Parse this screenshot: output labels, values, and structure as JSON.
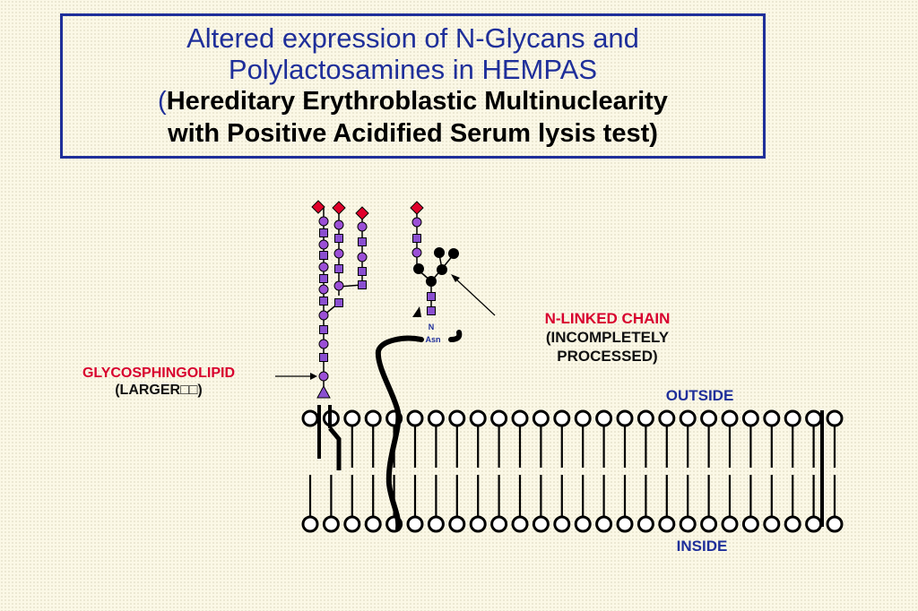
{
  "title": {
    "line1": "Altered expression of N-Glycans and",
    "line2": "Polylactosamines in HEMPAS",
    "open_paren": "(",
    "line3": "Hereditary Erythroblastic Multinuclearity",
    "line4": "with Positive Acidified Serum lysis test",
    "close_paren": ")"
  },
  "labels": {
    "nlinked_title": "N-LINKED CHAIN",
    "nlinked_sub1": "(INCOMPLETELY",
    "nlinked_sub2": "PROCESSED)",
    "glyco_title": "GLYCOSPHINGOLIPID",
    "glyco_sub": "(LARGER□□)",
    "outside": "OUTSIDE",
    "inside": "INSIDE",
    "n_letter": "N",
    "asn": "Asn"
  },
  "colors": {
    "title_blue": "#1f2f9a",
    "label_red": "#d8002e",
    "sialic_red": "#e0002a",
    "galactose_violet": "#9b4fd6",
    "glcnac_violet": "#8a4fd0",
    "border_blue": "#1f2f9a"
  }
}
